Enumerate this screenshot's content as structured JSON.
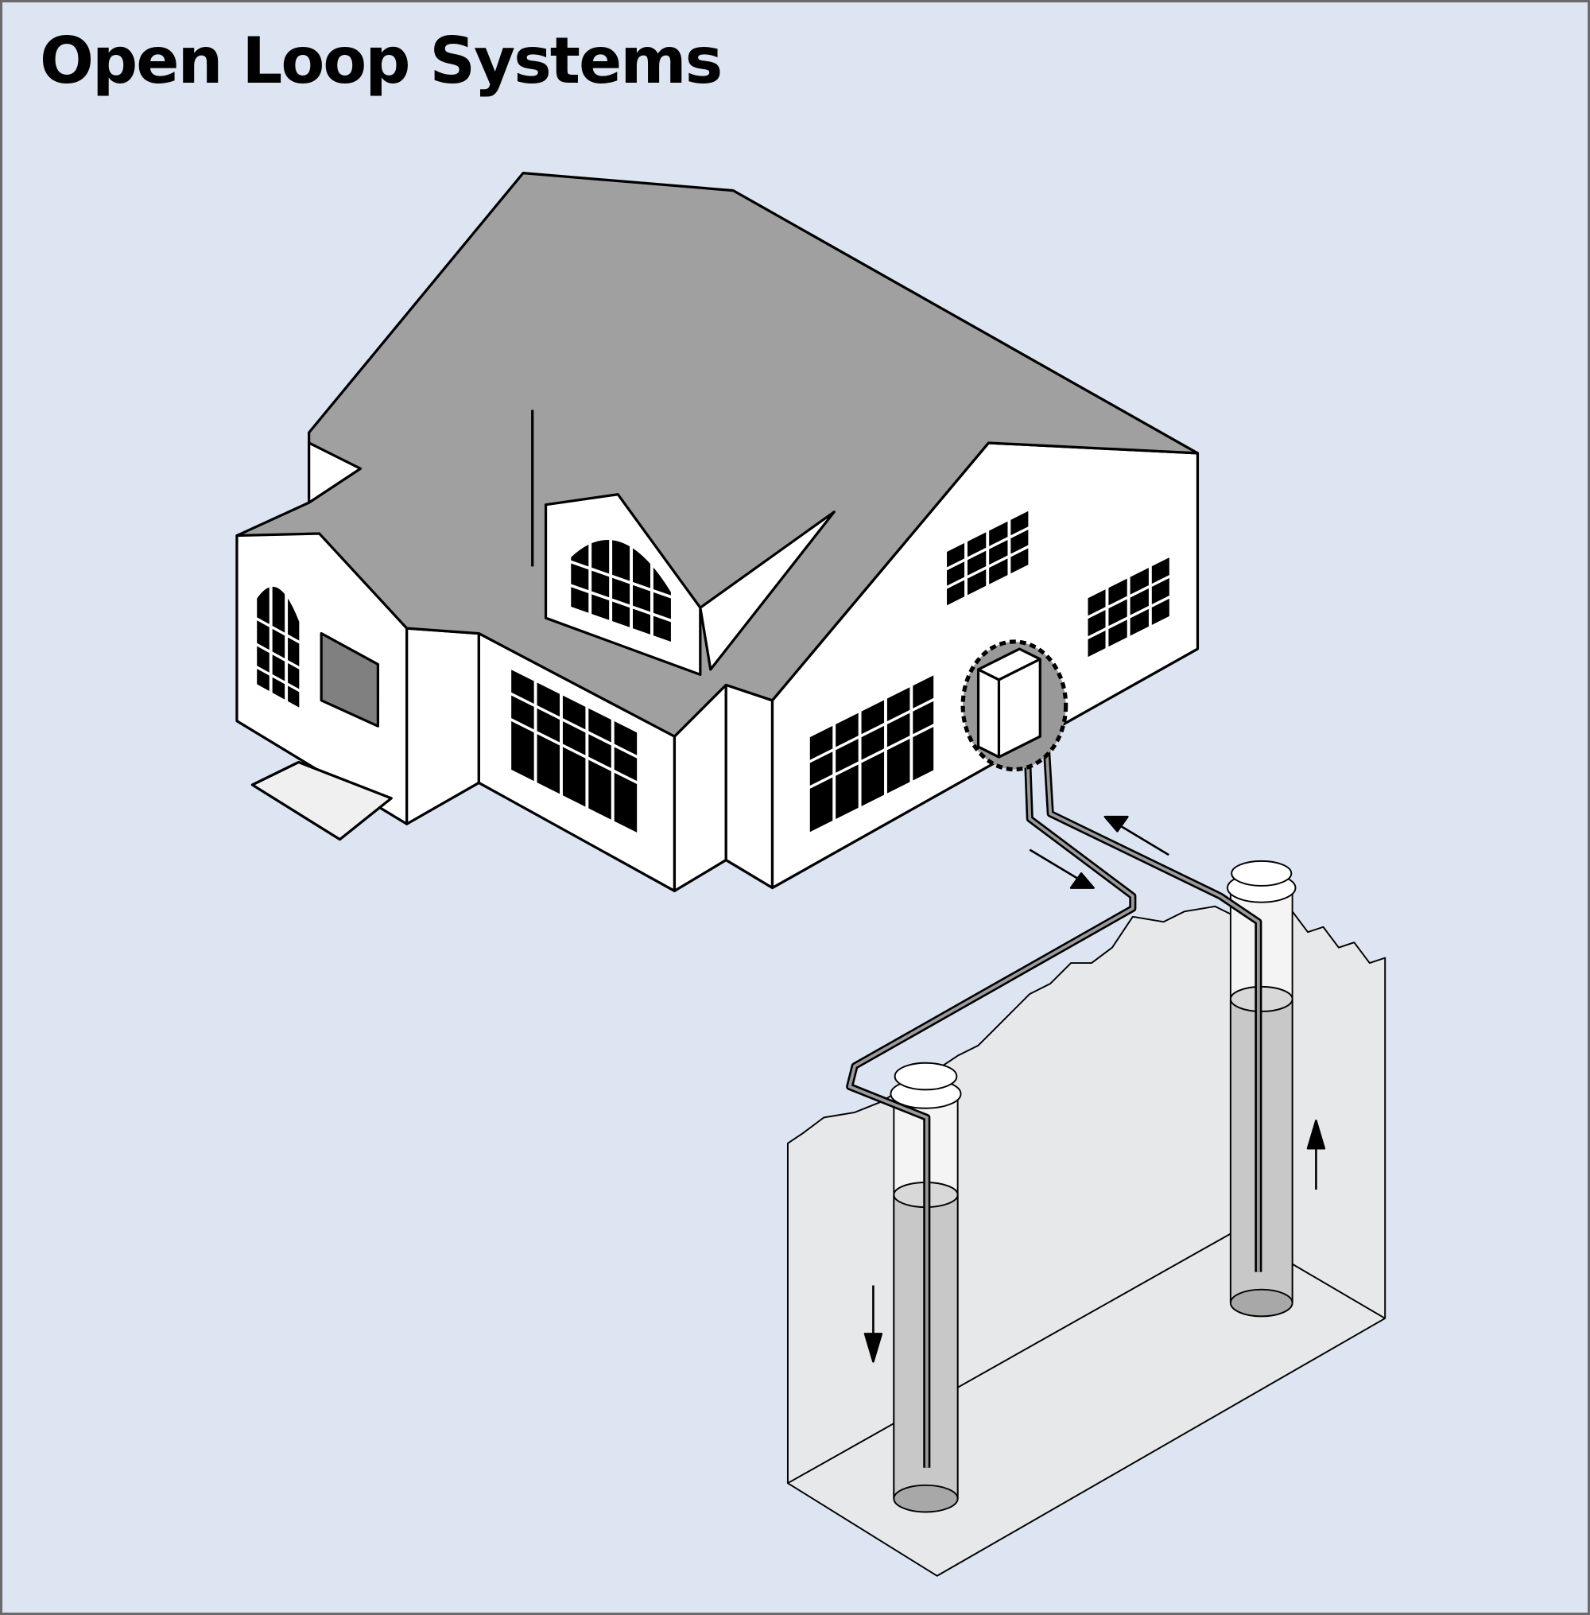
{
  "title": "Open Loop Systems",
  "colors": {
    "background": "#dce5f1",
    "roof": "#a0a0a0",
    "wall": "#ffffff",
    "ground": "#e8e8e8",
    "outline": "#000000"
  },
  "icons": [
    "house",
    "heat-pump-unit",
    "supply-well",
    "return-well",
    "flow-arrow"
  ]
}
